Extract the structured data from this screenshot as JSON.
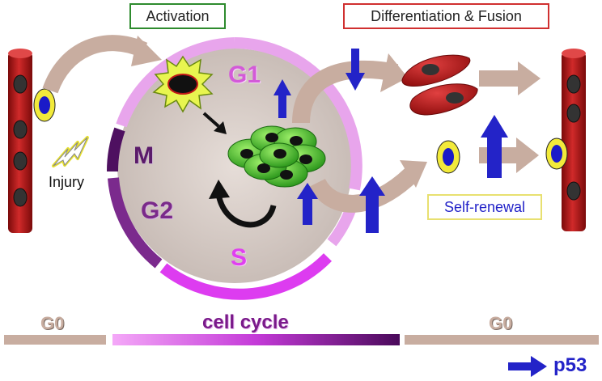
{
  "labels": {
    "activation": "Activation",
    "differentiation": "Differentiation & Fusion",
    "self_renewal": "Self-renewal",
    "injury": "Injury"
  },
  "phases": {
    "g1": "G1",
    "s": "S",
    "g2": "G2",
    "m": "M"
  },
  "timeline": {
    "g0_left": "G0",
    "cell_cycle": "cell cycle",
    "g0_right": "G0"
  },
  "legend": {
    "p53": "p53"
  },
  "colors": {
    "activation_border": "#2e8b2e",
    "differentiation_border": "#d03030",
    "self_renewal_border": "#e8e070",
    "p53_arrow": "#2323c8",
    "phase_g1": "#d35ad8",
    "phase_m": "#5a1a6a",
    "phase_g2": "#7a2a8a",
    "phase_s": "#e040f0",
    "flow_arrow": "#c8ada0",
    "fiber_red": "#b81c1c"
  }
}
